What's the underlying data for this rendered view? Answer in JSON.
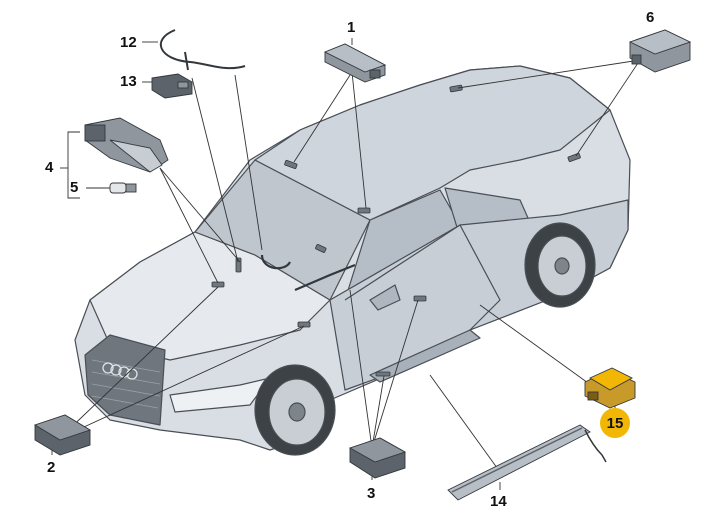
{
  "callouts": {
    "p1": "1",
    "p2": "2",
    "p3": "3",
    "p4": "4",
    "p5": "5",
    "p6": "6",
    "p12": "12",
    "p13": "13",
    "p14": "14",
    "p15": "15"
  },
  "colors": {
    "car_body": "#d9dee4",
    "car_shade": "#b9c1ca",
    "outline": "#4a4f55",
    "part": "#8f969e",
    "highlight": "#f2b705"
  }
}
